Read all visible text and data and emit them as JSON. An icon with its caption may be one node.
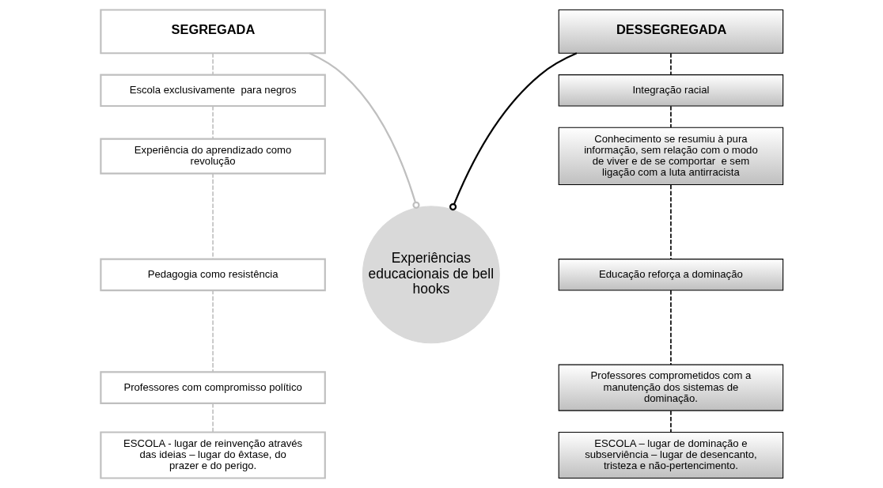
{
  "diagram": {
    "nodes": [
      {
        "text": [
          "SEGREGADA"
        ]
      },
      {
        "text": [
          "Escola exclusivamente  para negros"
        ]
      },
      {
        "text": [
          "Experiência do aprendizado como revolução"
        ]
      },
      {
        "text": [
          "Pedagogia como resistência"
        ]
      },
      {
        "text": [
          "Professores com compromisso político"
        ]
      },
      {
        "text": [
          "ESCOLA - lugar de reinvenção através das ideias – lugar do êxtase, do prazer e do perigo."
        ]
      },
      {
        "text": [
          "Experiências educacionais de bell hooks"
        ]
      },
      {
        "text": [
          "DESSEGREGADA"
        ]
      },
      {
        "text": [
          "Integração racial"
        ]
      },
      {
        "text": [
          "Conhecimento se resumiu à pura informação, sem relação com o modo de viver e de se comportar  e sem ligação com a luta antirracista"
        ]
      },
      {
        "text": [
          "Educação reforça a dominação"
        ]
      },
      {
        "text": [
          "Professores comprometidos com a manutenção dos sistemas de dominação."
        ]
      },
      {
        "text": [
          "ESCOLA – lugar de dominação e subserviência – lugar de desencanto, tristeza e não-pertencimento."
        ]
      }
    ],
    "edges": [
      {
        "from": 0,
        "to": 1,
        "arrow": "none",
        "style": "dashed",
        "color": "#bfbfbf"
      },
      {
        "from": 1,
        "to": 2,
        "arrow": "none",
        "style": "dashed",
        "color": "#bfbfbf"
      },
      {
        "from": 2,
        "to": 3,
        "arrow": "none",
        "style": "dashed",
        "color": "#bfbfbf"
      },
      {
        "from": 3,
        "to": 4,
        "arrow": "none",
        "style": "dashed",
        "color": "#bfbfbf"
      },
      {
        "from": 4,
        "to": 5,
        "arrow": "none",
        "style": "dashed",
        "color": "#bfbfbf"
      },
      {
        "from": 0,
        "to": 6,
        "arrow": "other",
        "color": "#bfbfbf"
      },
      {
        "from": 7,
        "to": 6,
        "arrow": "other",
        "color": "#000000"
      },
      {
        "from": 7,
        "to": 8,
        "arrow": "none",
        "style": "dashed",
        "color": "#000000"
      },
      {
        "from": 8,
        "to": 9,
        "arrow": "none",
        "style": "dashed",
        "color": "#000000"
      },
      {
        "from": 9,
        "to": 10,
        "arrow": "none",
        "style": "dashed",
        "color": "#000000"
      },
      {
        "from": 10,
        "to": 11,
        "arrow": "none",
        "style": "dashed",
        "color": "#000000"
      },
      {
        "from": 11,
        "to": 12,
        "arrow": "none",
        "style": "dashed",
        "color": "#000000"
      }
    ]
  }
}
